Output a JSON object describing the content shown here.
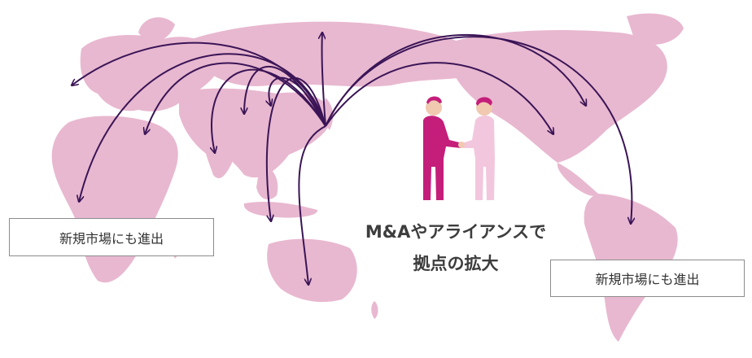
{
  "colors": {
    "land": "#e8b8d0",
    "arrow": "#3a1456",
    "person_left": "#c41e7a",
    "person_right": "#f2c7dd",
    "skin": "#f0c9b0",
    "caption_text": "#3d3d3d",
    "box_border": "#8c8c8c"
  },
  "labels": {
    "left_box": "新規市場にも進出",
    "right_box": "新規市場にも進出",
    "caption_line1": "M&Aやアライアンスで",
    "caption_line2": "拠点の拡大"
  },
  "icons": {
    "map": "world-map-icon",
    "handshake": "handshake-icon"
  }
}
